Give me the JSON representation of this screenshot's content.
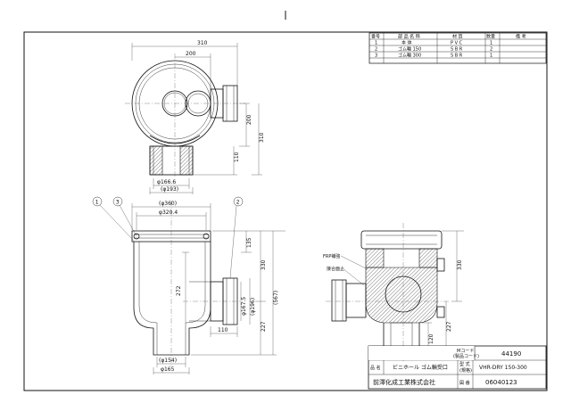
{
  "parts_table": {
    "headers": [
      "番号",
      "部 品 名 称",
      "材 質",
      "数量",
      "備 考"
    ],
    "rows": [
      [
        "1",
        "本 体",
        "P V C",
        "1",
        ""
      ],
      [
        "2",
        "ゴム輪 150",
        "S B R",
        "2",
        ""
      ],
      [
        "3",
        "ゴム輪 300",
        "S B R",
        "1",
        ""
      ]
    ]
  },
  "dimensions": {
    "top_view": {
      "width_total": "310",
      "width_partial": "200",
      "height_partial": "200",
      "height_total": "310",
      "base_height": "110",
      "dia_inner": "φ166.6",
      "dia_outer": "(φ193)"
    },
    "front_view": {
      "dia_top_outer": "(φ360)",
      "dia_top_inner": "φ320.4",
      "h_top": "135",
      "h_mid": "330",
      "h_inner": "272",
      "h_total": "(567)",
      "branch_inner": "φ167.5",
      "branch_outer": "(φ196)",
      "branch_len": "110",
      "h_bottom": "227",
      "dia_bottom_outer": "(φ154)",
      "dia_bottom_inner": "φ165"
    },
    "side_view": {
      "h_upper": "330",
      "h_mid": "227",
      "h_bottom": "120",
      "label_frp": "FRP補強",
      "label_seal": "接合面止"
    }
  },
  "balloons": [
    "1",
    "3",
    "2"
  ],
  "title_block": {
    "code_label": "Mコード\n(製品コード)",
    "code_value": "44190",
    "name_label": "品 名",
    "name_value": "ビニホール ゴム輪受口",
    "model_label": "型 式\n(規格)",
    "model_value": "VHR-DRY 150-300",
    "company": "前澤化成工業株式会社",
    "drawing_label": "図 番",
    "drawing_value": "06040123"
  }
}
